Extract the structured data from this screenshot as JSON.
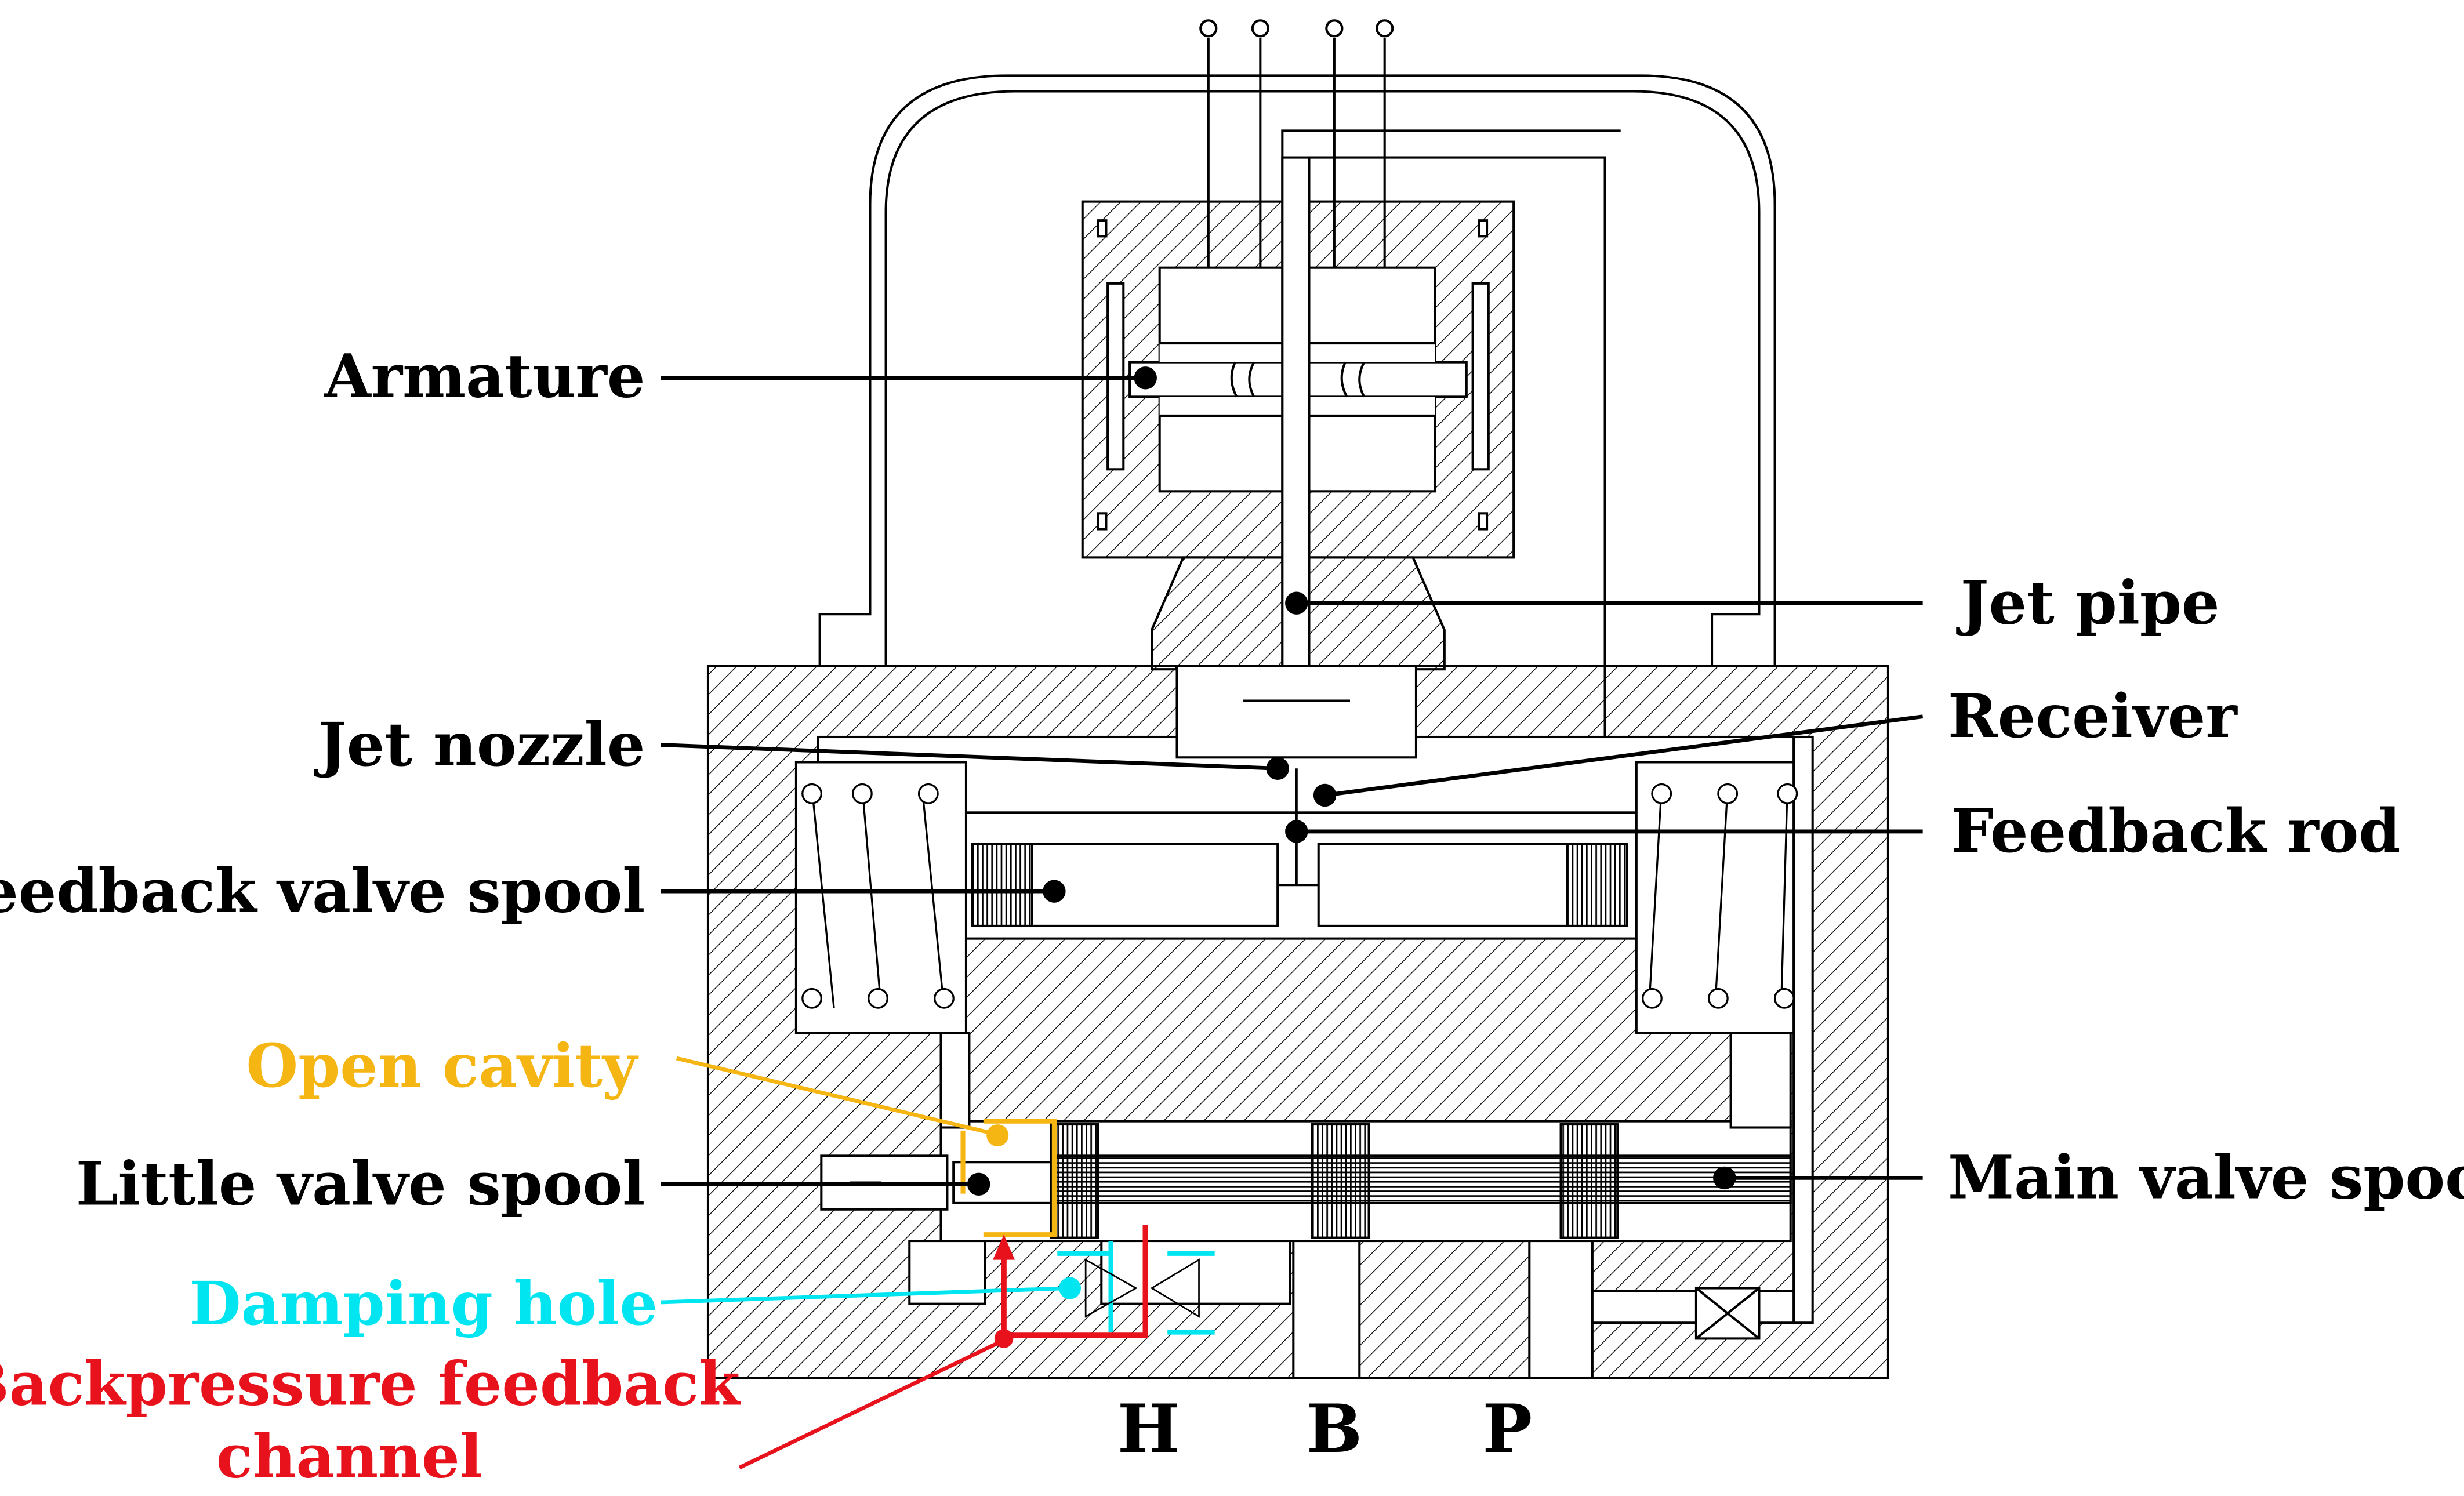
{
  "labels": {
    "armature": "Armature",
    "jet_pipe": "Jet pipe",
    "jet_nozzle": "Jet nozzle",
    "receiver": "Receiver",
    "feedback_rod": "Feedback rod",
    "feedback_valve_spool": "Feedback valve spool",
    "open_cavity": "Open cavity",
    "little_valve_spool": "Little valve spool",
    "main_valve_spool": "Main valve spool",
    "damping_hole": "Damping hole",
    "backpressure_line1": "Backpressure feedback",
    "backpressure_line2": "channel"
  },
  "ports": {
    "h": "H",
    "b": "B",
    "p": "P"
  },
  "colors": {
    "open_cavity": "#f5b614",
    "damping_hole": "#00e5f0",
    "backpressure": "#e8121c",
    "ink": "#000000"
  }
}
